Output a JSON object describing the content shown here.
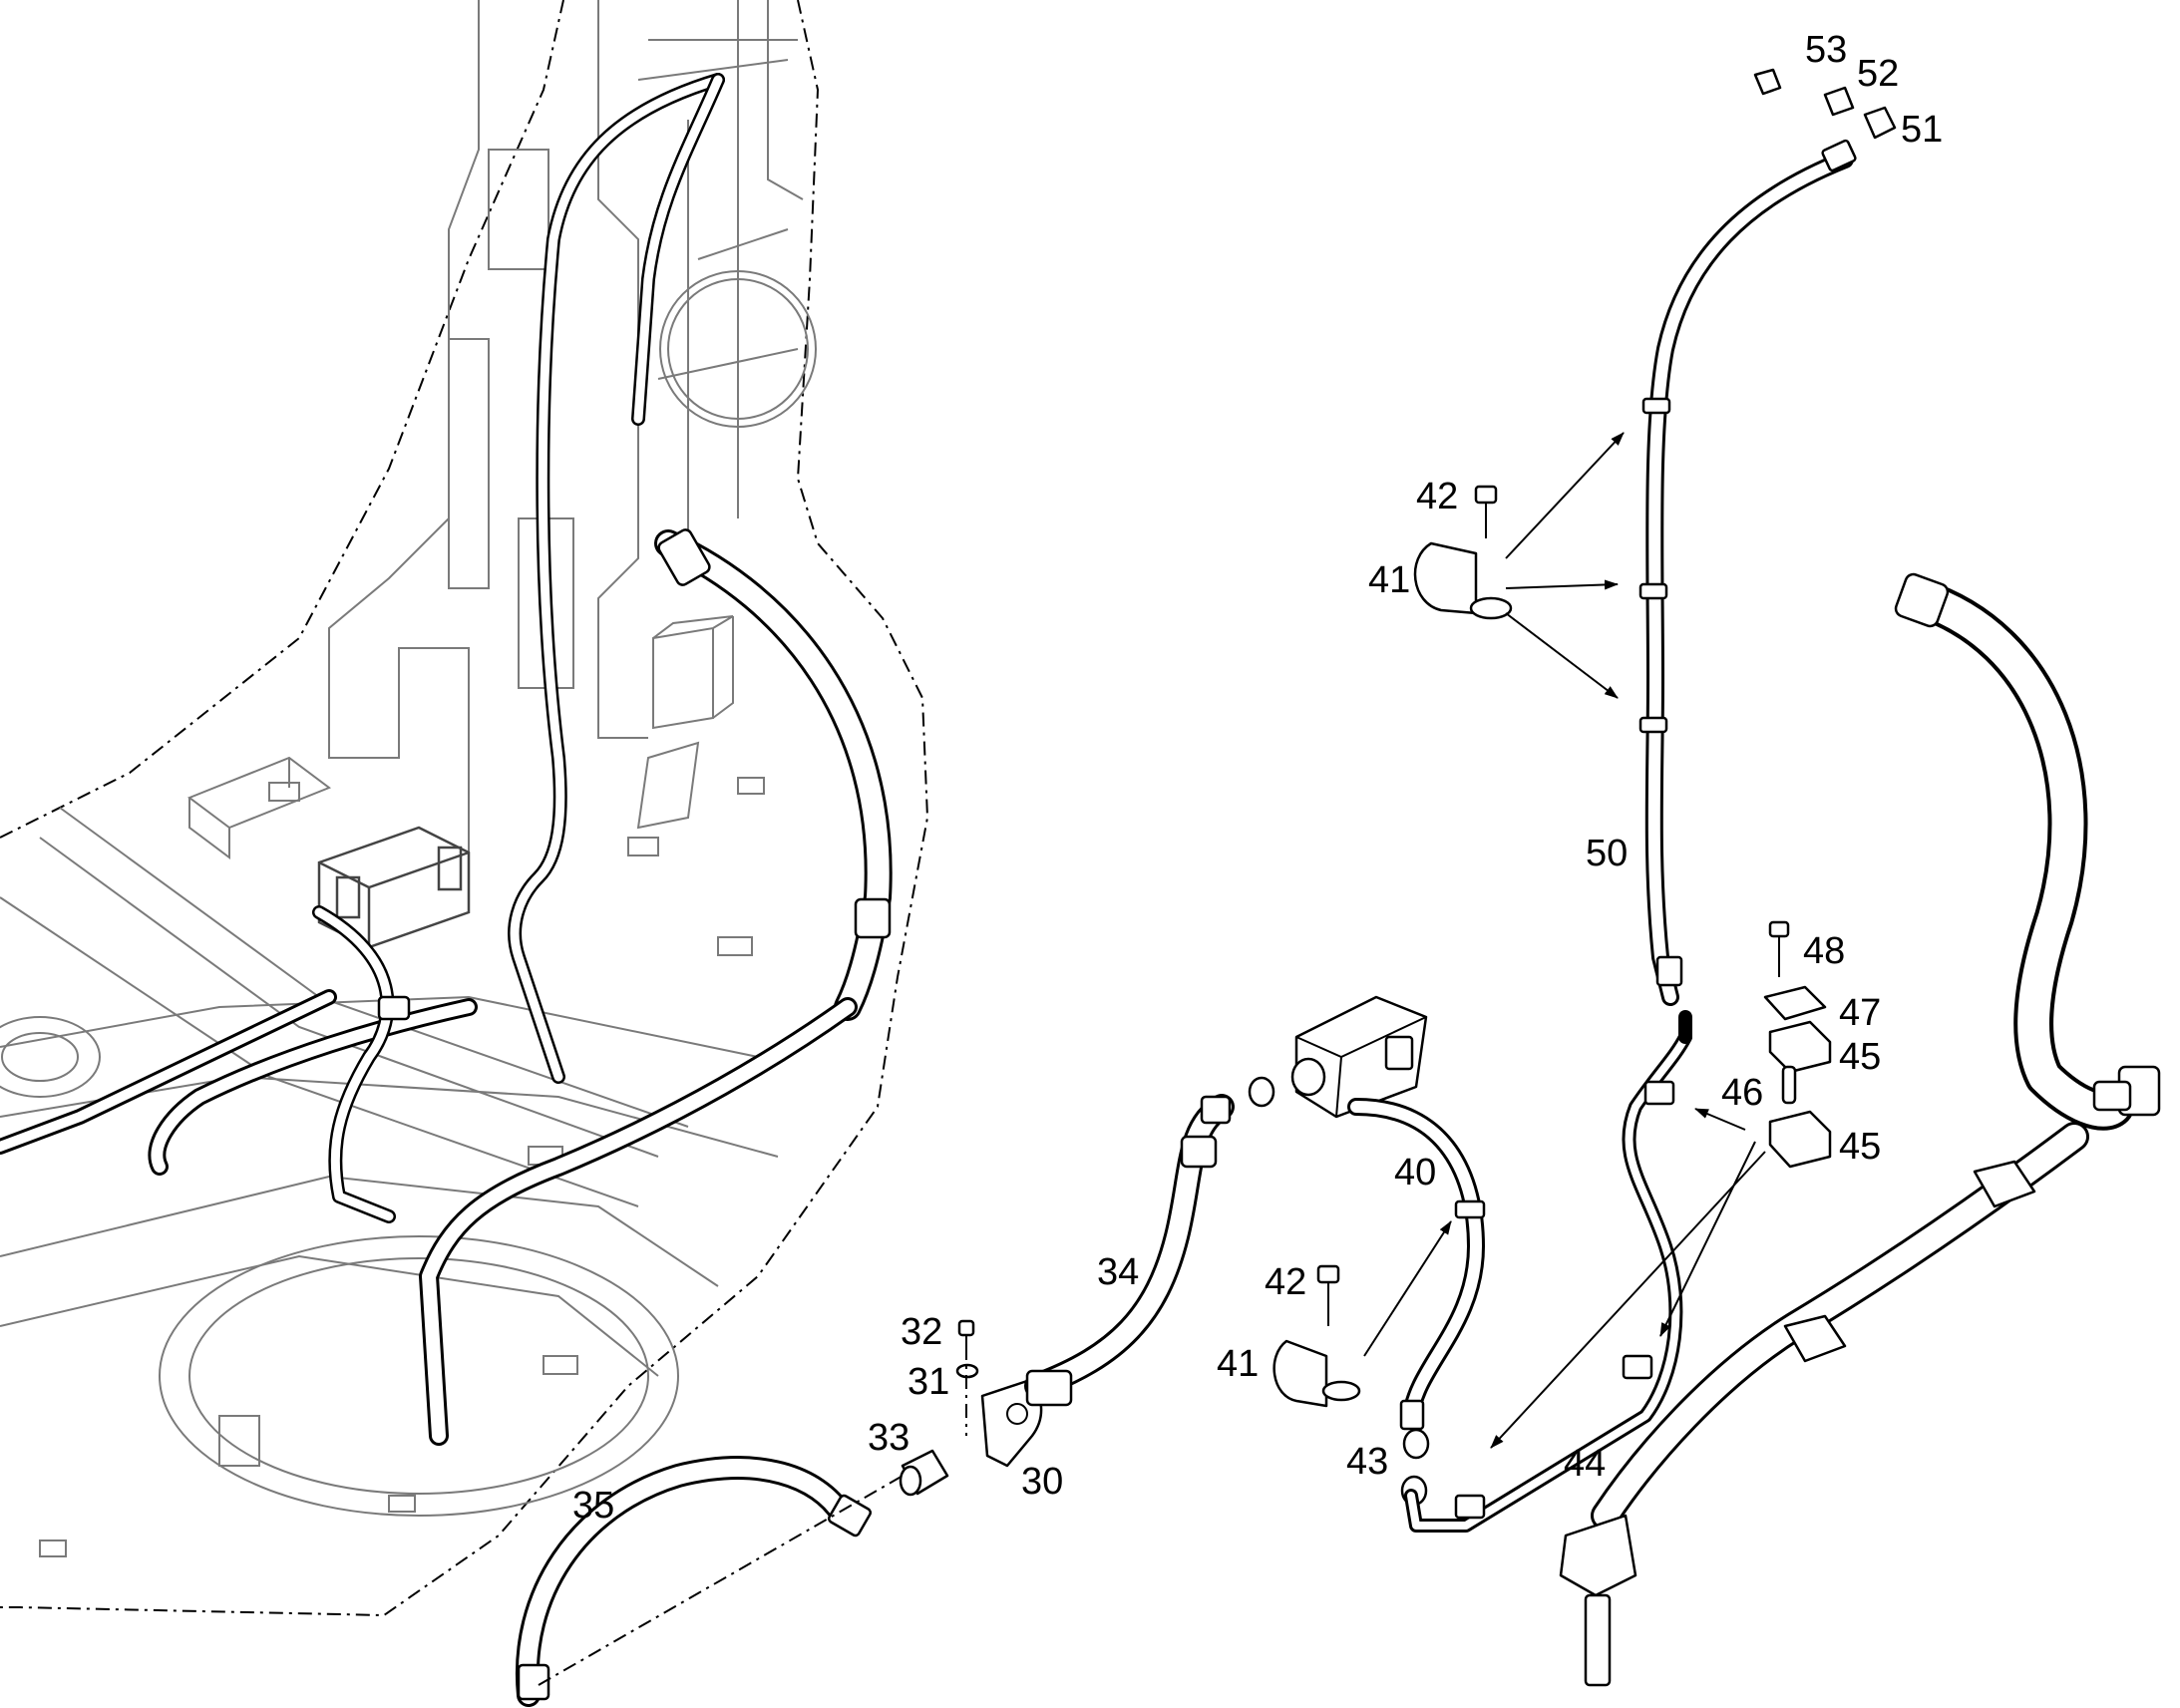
{
  "diagram": {
    "callouts": {
      "p30": "30",
      "p31": "31",
      "p32": "32",
      "p33": "33",
      "p34": "34",
      "p35": "35",
      "p40": "40",
      "p41a": "41",
      "p41b": "41",
      "p42a": "42",
      "p42b": "42",
      "p43": "43",
      "p44": "44",
      "p45a": "45",
      "p45b": "45",
      "p46": "46",
      "p47": "47",
      "p48": "48",
      "p50": "50",
      "p51": "51",
      "p52": "52",
      "p53": "53"
    }
  }
}
